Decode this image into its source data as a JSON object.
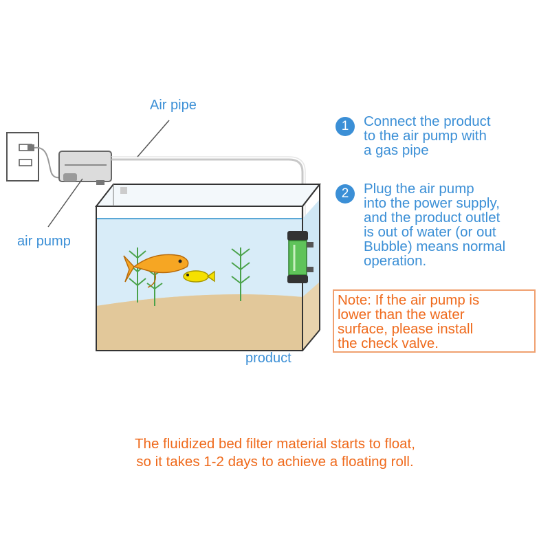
{
  "labels": {
    "air_pipe": "Air pipe",
    "air_pump": "air pump",
    "product": "product"
  },
  "steps": [
    {
      "number": "1",
      "lines": [
        "Connect the product",
        "to the air pump with",
        "a gas pipe"
      ]
    },
    {
      "number": "2",
      "lines": [
        "Plug the air pump",
        "into the power supply,",
        "and the product outlet",
        "is out of water (or out",
        "Bubble) means normal",
        "operation."
      ]
    }
  ],
  "note": {
    "lines": [
      "Note: If the air pump is",
      "lower than the water",
      "surface, please install",
      "the check valve."
    ]
  },
  "footer": {
    "lines": [
      "The fluidized bed filter material starts to float,",
      "so it takes 1-2 days to achieve a floating roll."
    ]
  },
  "colors": {
    "blue_text": "#3b8fd6",
    "orange_text": "#ef6a1c",
    "note_border": "#f0a070",
    "water": "#cfe7f5",
    "sand": "#e8d3ad",
    "product_green": "#5fc35a"
  }
}
